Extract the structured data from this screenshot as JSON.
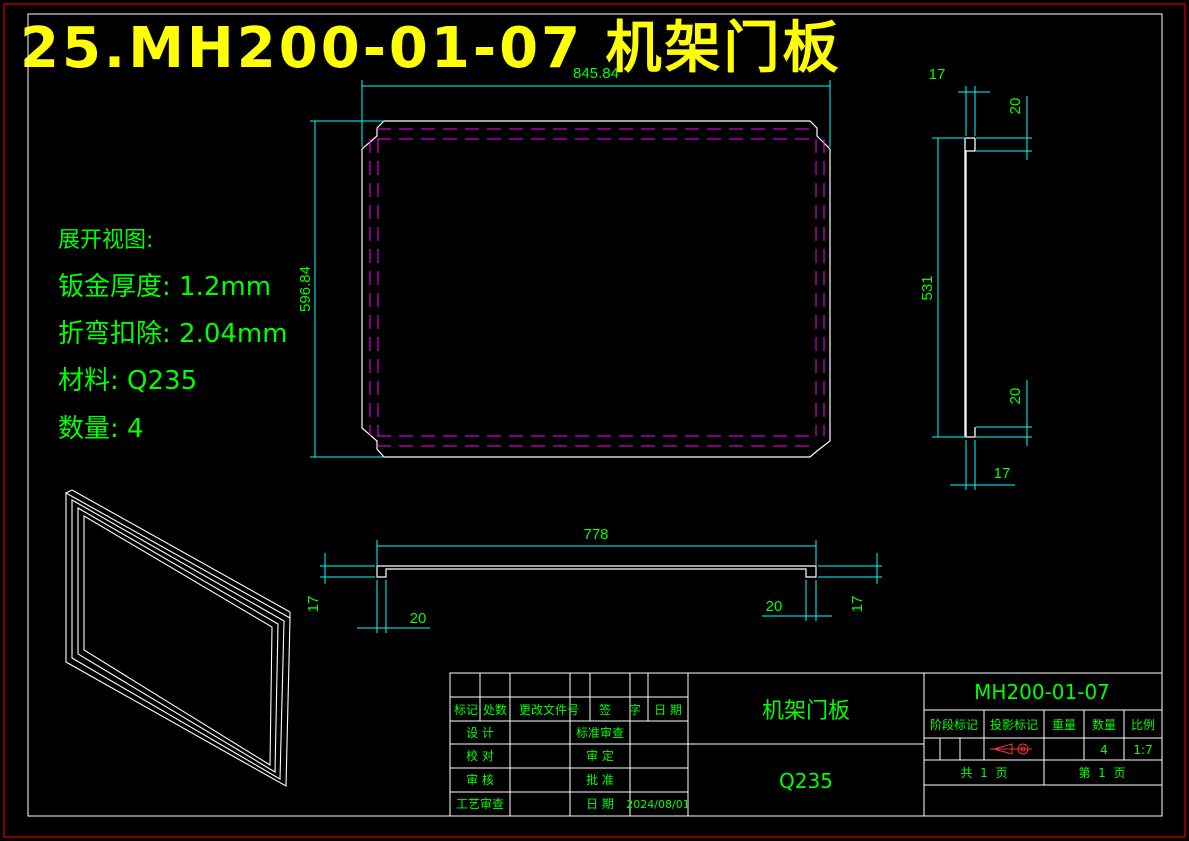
{
  "drawing": {
    "title": "25.MH200-01-07 机架门板",
    "notes": {
      "heading": "展开视图:",
      "items": [
        "钣金厚度: 1.2mm",
        "折弯扣除: 2.04mm",
        "材料: Q235",
        "数量: 4"
      ]
    },
    "dimensions": {
      "flat_width": "845.84",
      "flat_height": "596.84",
      "side_height": "531",
      "side_flange_top": "17",
      "side_top_return": "20",
      "side_bottom_return": "20",
      "side_flange_bottom": "17",
      "bottom_length": "778",
      "bottom_left_flange": "17",
      "bottom_left_return": "20",
      "bottom_right_return": "20",
      "bottom_right_flange": "17"
    }
  },
  "title_block": {
    "headers": [
      "标记",
      "处数",
      "更改文件号",
      "签",
      "字",
      "日 期"
    ],
    "rows": [
      {
        "label": "设 计",
        "approval_label": "标准审查"
      },
      {
        "label": "校 对",
        "approval_label": "审 定"
      },
      {
        "label": "审 核",
        "approval_label": "批 准"
      },
      {
        "label": "工艺审查",
        "approval_label": "日 期",
        "date": "2024/08/01"
      }
    ],
    "part_name": "机架门板",
    "material": "Q235",
    "drawing_number": "MH200-01-07",
    "info_headers": [
      "阶段标记",
      "投影标记",
      "重量",
      "数量",
      "比例"
    ],
    "quantity": "4",
    "scale": "1:7",
    "total_sheets_label": "共  1  页",
    "sheet_label": "第  1  页"
  },
  "colors": {
    "background": "#000000",
    "border": "#ff0000",
    "title": "#ffff00",
    "dimension": "#00ffff",
    "text": "#00ff00",
    "outline": "#ffffff",
    "bend_line": "#ff00ff"
  }
}
